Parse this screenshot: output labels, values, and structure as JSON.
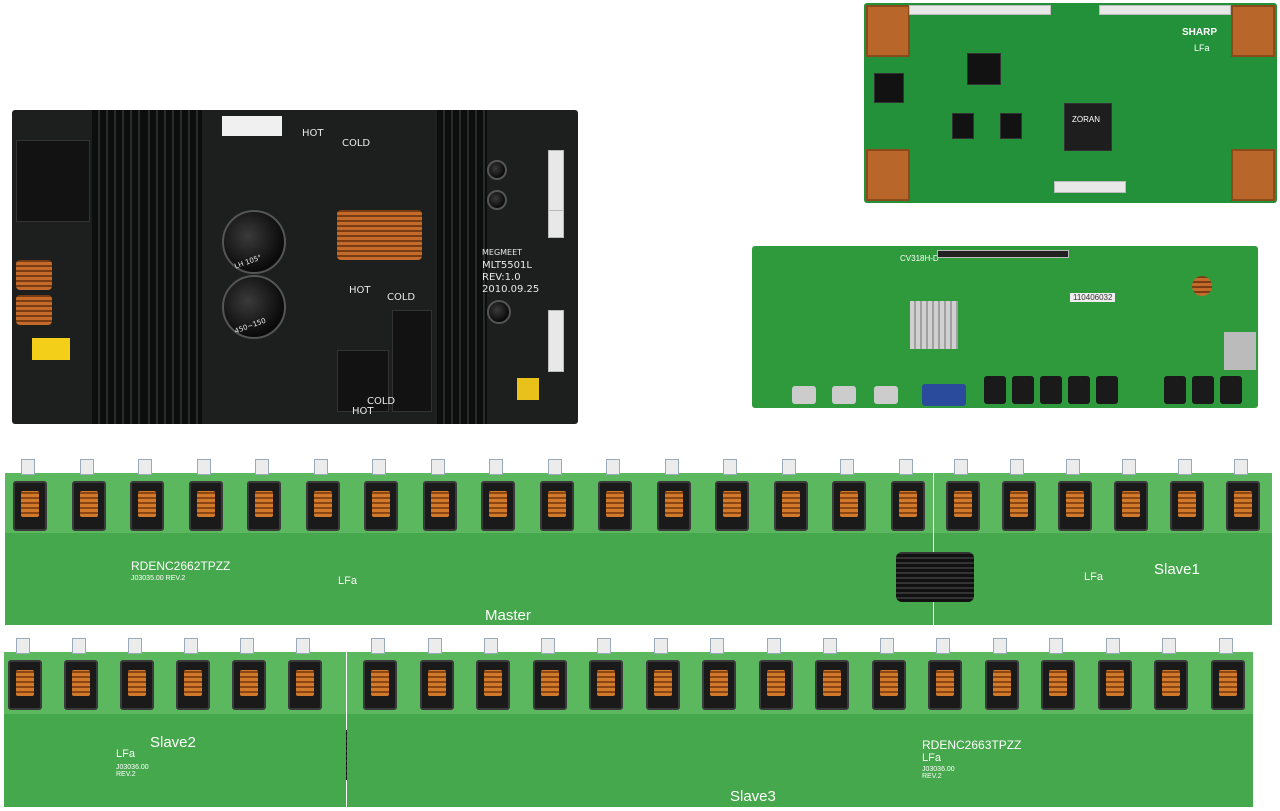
{
  "psu": {
    "model_label": "MLT5501L",
    "rev_label": "REV:1.0",
    "date_label": "2010.09.25",
    "brand_label": "MEGMEET",
    "hot_label_1": "HOT",
    "cold_label_1": "COLD",
    "hot_label_2": "HOT",
    "cold_label_2": "COLD",
    "hot_label_3": "HOT",
    "cold_label_3": "COLD",
    "cap_label_1": "LH 105°",
    "cap_label_2": "450~150"
  },
  "tcon": {
    "brand": "SHARP",
    "chip_brand": "ZORAN",
    "lfa": "LFa"
  },
  "mainboard": {
    "model": "CV318H-D",
    "sticker": "110406032"
  },
  "inverter_master": {
    "model": "RDENC2662TPZZ",
    "sub": "J03035.00  REV.2",
    "label": "Master",
    "lfa": "LFa"
  },
  "inverter_slave1": {
    "label": "Slave1",
    "lfa": "LFa"
  },
  "inverter_slave2": {
    "label": "Slave2",
    "lfa": "LFa",
    "sub": "J03036.00\nREV.2"
  },
  "inverter_slave3": {
    "model": "RDENC2663TPZZ",
    "label": "Slave3",
    "lfa": "LFa",
    "sub": "J03036.00\nREV.2"
  },
  "colors": {
    "psu_board": "#1c1f1d",
    "pcb_green": "#2e9a3c",
    "inverter_green": "#46a84c",
    "copper": "#d17a2c"
  }
}
